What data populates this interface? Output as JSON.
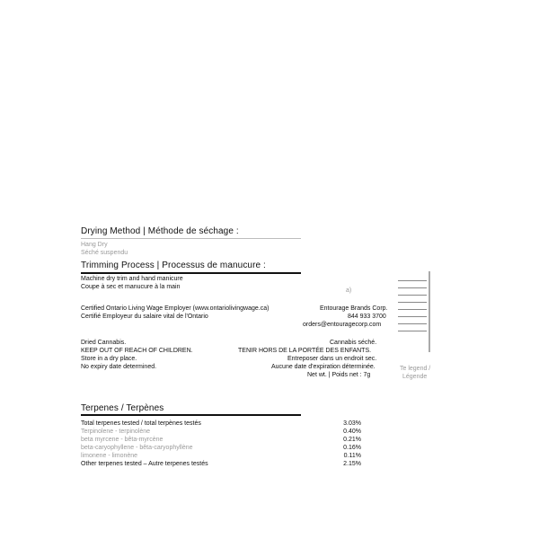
{
  "drying": {
    "heading": "Drying Method | Méthode de séchage :",
    "line1": "Hang Dry",
    "line2": "Séché suspendu"
  },
  "trimming": {
    "heading": "Trimming Process | Processus de manucure :",
    "line1": "Machine dry trim and hand manicure",
    "line2": "Coupe à sec et manucure à la main"
  },
  "employer": {
    "line1": "Certified Ontario Living Wage Employer (www.ontariolivingwage.ca)",
    "line2": "Certifié Employeur du salaire vital de l'Ontario",
    "stray_mark": "a)"
  },
  "company": {
    "name": "Entourage Brands Corp.",
    "phone": "844 933 3700",
    "email": "orders@entouragecorp.com"
  },
  "warnings_en": {
    "line1": "Dried Cannabis.",
    "line2": "KEEP OUT OF REACH OF CHILDREN.",
    "line3": "Store in a dry place.",
    "line4": "No expiry date determined."
  },
  "warnings_fr": {
    "line1": "Cannabis séché.",
    "line2": "TENIR HORS DE LA PORTÉE DES ENFANTS.",
    "line3": "Entreposer dans un endroit sec.",
    "line4": "Aucune date d'expiration déterminée.",
    "line5": "Net wt. | Poids net : 7g"
  },
  "side_note": {
    "line1": "Te legend /",
    "line2": "Légende"
  },
  "terpenes": {
    "heading": "Terpenes / Terpènes",
    "rows": [
      {
        "name": "Total terpenes tested / total terpènes testés",
        "value": "3.03%"
      },
      {
        "name": "Terpinolene - terpinolène",
        "value": "0.40%"
      },
      {
        "name": "beta myrcene - bêta-myrcène",
        "value": "0.21%"
      },
      {
        "name": "beta-caryophyllene - bêta-caryophyllène",
        "value": "0.16%"
      },
      {
        "name": "limonene - limonène",
        "value": "0.11%"
      },
      {
        "name": "Other terpenes tested – Autre terpenes testés",
        "value": "2.15%"
      }
    ]
  }
}
